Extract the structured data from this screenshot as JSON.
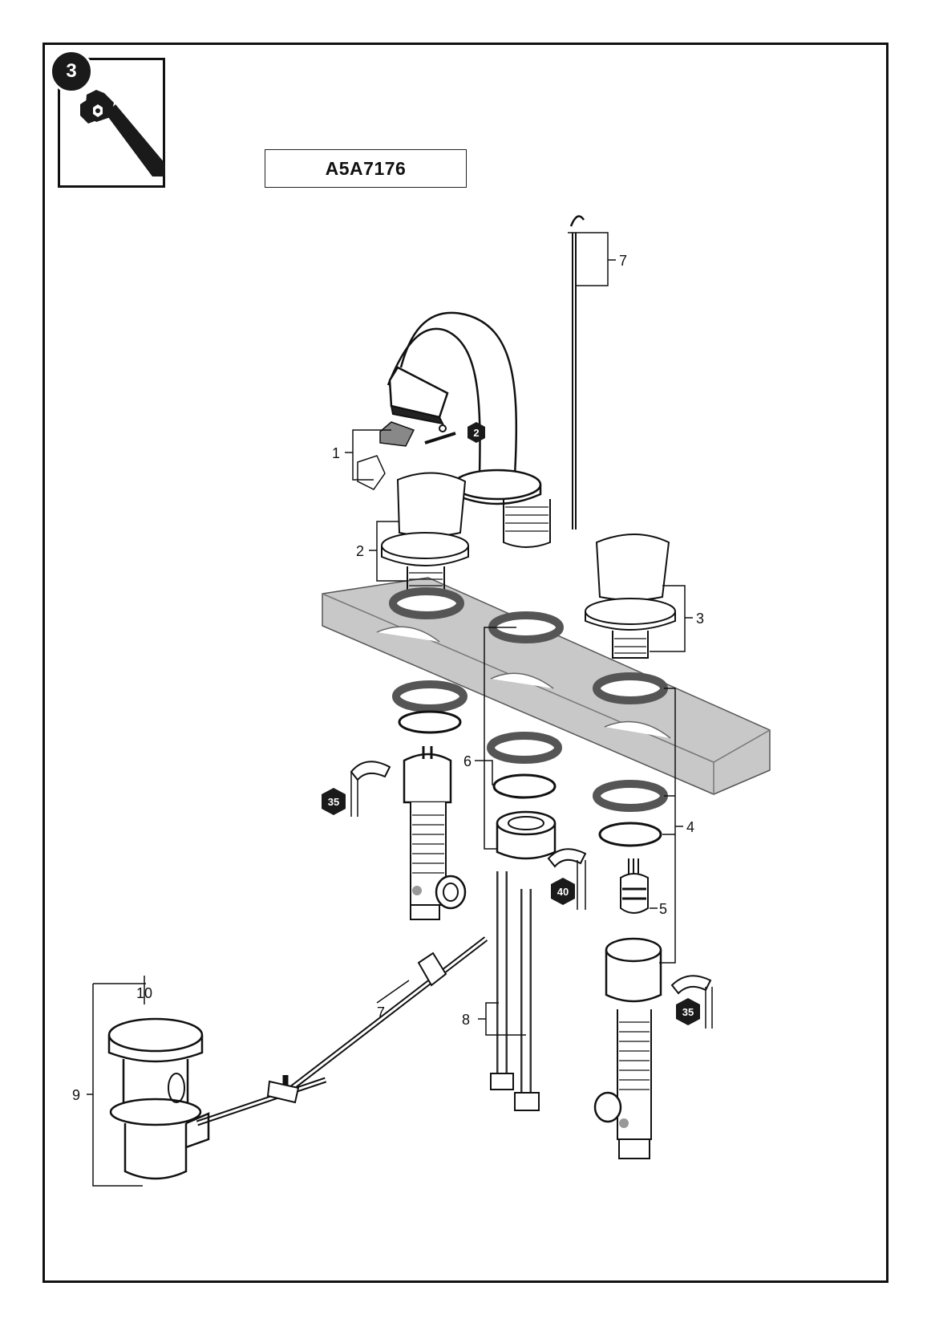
{
  "step": {
    "number": "3",
    "icon": "wrench-icon"
  },
  "model_code": "A5A7176",
  "callouts": {
    "c1": "1",
    "c2": "2",
    "c3": "3",
    "c4": "4",
    "c5": "5",
    "c6": "6",
    "c7_top": "7",
    "c7_bottom": "7",
    "c8": "8",
    "c9": "9",
    "c10": "10"
  },
  "torque_tags": {
    "t2": "2",
    "t35_left": "35",
    "t35_right": "35",
    "t40": "40"
  }
}
